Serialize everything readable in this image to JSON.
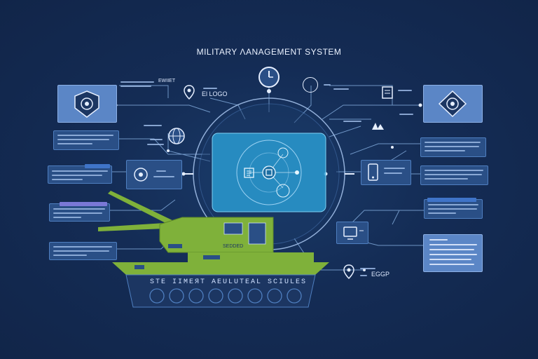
{
  "header": {
    "title": "MILITARY ΛANAGEMENT SYSTEM"
  },
  "labels": {
    "top_left": "EWIIET",
    "top_left_sub": "El LOGO",
    "tank_cabin": "SEDDED",
    "tank_band": "STE IIMEЯT AEULUTEAL SCIULES",
    "bottom_right": "EGGP"
  },
  "colors": {
    "background": "#13294f",
    "panel": "#2a4f86",
    "core": "#2a9ad0",
    "tank": "#7fb13a",
    "tank_base": "#1c3662",
    "accent_line": "#8db8ea"
  },
  "icons": [
    "shield-icon",
    "target-icon",
    "clock-icon",
    "location-pin-icon",
    "globe-icon",
    "document-icon",
    "chip-icon",
    "gear-icon",
    "mobile-device-icon",
    "monitor-icon",
    "badge-icon",
    "camouflage-icon"
  ]
}
